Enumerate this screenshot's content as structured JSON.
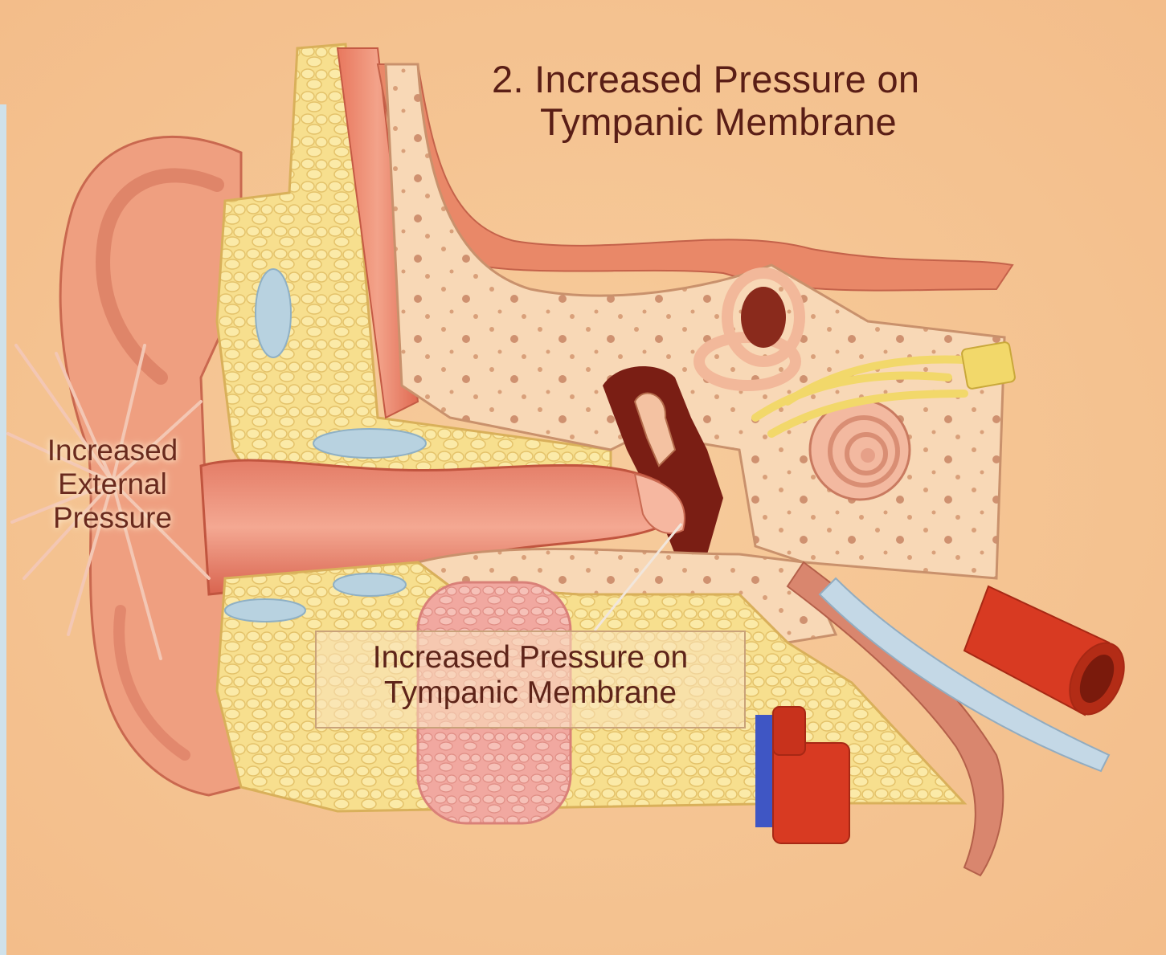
{
  "labels": {
    "title_line1": "2. Increased Pressure on",
    "title_line2": "Tympanic Membrane",
    "external_line1": "Increased",
    "external_line2": "External",
    "external_line3": "Pressure",
    "membrane_line1": "Increased Pressure on",
    "membrane_line2": "Tympanic Membrane"
  },
  "colors": {
    "background": "#f6c694",
    "skin": "#ee9a7a",
    "canal": "#e98a74",
    "fat": "#f7df8e",
    "bone": "#f8d8b6",
    "cartilage": "#b8d2e0",
    "artery": "#d83a22",
    "vein": "#3f56c4",
    "nerve": "#f2d86a",
    "cochlea": "#f3b9a0",
    "text": "#5a1e16"
  }
}
